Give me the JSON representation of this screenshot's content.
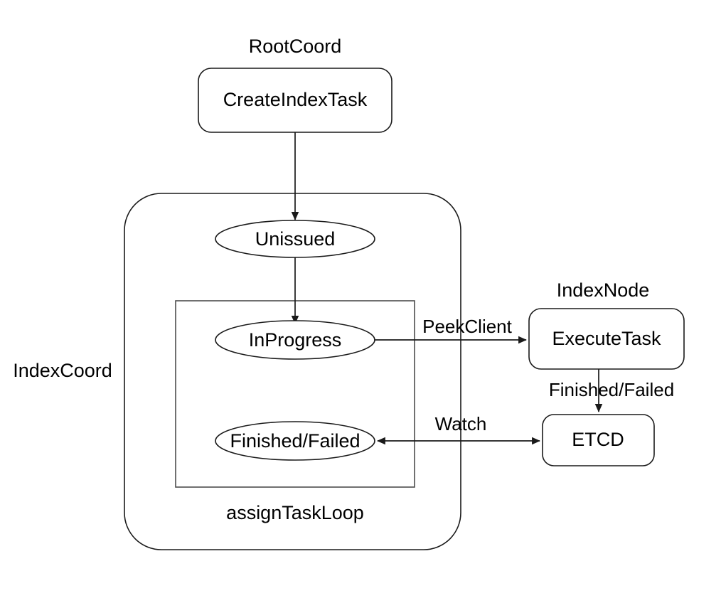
{
  "diagram": {
    "title_text": "",
    "colors": {
      "background": "#ffffff",
      "stroke": "#1a1a1a",
      "inner_box_stroke": "#4d4d4d",
      "text": "#000000"
    },
    "groups": [
      {
        "id": "rootcoord",
        "label": "RootCoord"
      },
      {
        "id": "indexcoord",
        "label": "IndexCoord"
      },
      {
        "id": "assigntaskloop",
        "label": "assignTaskLoop"
      },
      {
        "id": "indexnode",
        "label": "IndexNode"
      }
    ],
    "nodes": [
      {
        "id": "create-index-task",
        "label": "CreateIndexTask",
        "shape": "rounded-rect"
      },
      {
        "id": "unissued",
        "label": "Unissued",
        "shape": "ellipse"
      },
      {
        "id": "inprogress",
        "label": "InProgress",
        "shape": "ellipse"
      },
      {
        "id": "finished-failed-state",
        "label": "Finished/Failed",
        "shape": "ellipse"
      },
      {
        "id": "execute-task",
        "label": "ExecuteTask",
        "shape": "rounded-rect"
      },
      {
        "id": "etcd",
        "label": "ETCD",
        "shape": "rounded-rect"
      }
    ],
    "edges": [
      {
        "id": "create-to-unissued",
        "label": "",
        "from": "create-index-task",
        "to": "unissued",
        "arrow": "end"
      },
      {
        "id": "unissued-to-inprogress",
        "label": "",
        "from": "unissued",
        "to": "inprogress",
        "arrow": "end"
      },
      {
        "id": "inprogress-to-executetask",
        "label": "PeekClient",
        "from": "inprogress",
        "to": "execute-task",
        "arrow": "end"
      },
      {
        "id": "executetask-to-etcd",
        "label": "Finished/Failed",
        "from": "execute-task",
        "to": "etcd",
        "arrow": "end"
      },
      {
        "id": "etcd-to-finishedfailed",
        "label": "Watch",
        "from": "etcd",
        "to": "finished-failed-state",
        "arrow": "both"
      }
    ]
  }
}
